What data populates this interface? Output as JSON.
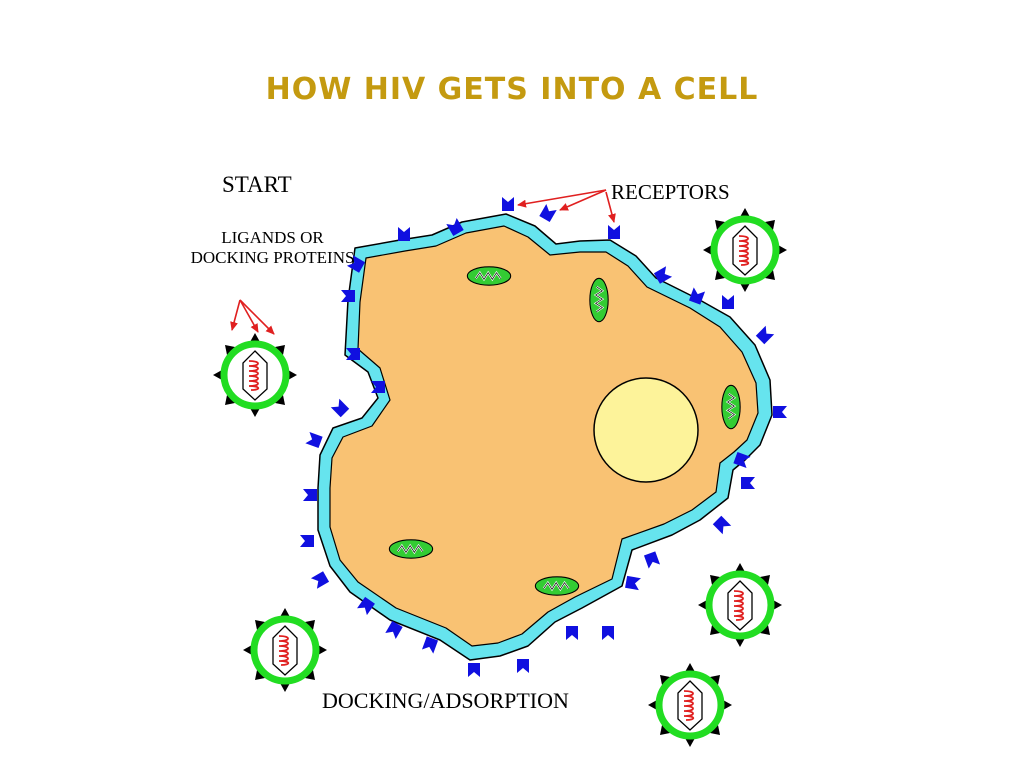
{
  "title": "HOW HIV GETS INTO A CELL",
  "labels": {
    "start": "START",
    "ligands": "LIGANDS OR DOCKING PROTEINS",
    "receptors": "RECEPTORS",
    "docking": "DOCKING/ADSORPTION"
  },
  "colors": {
    "title": "#c49a10",
    "cytoplasm": "#f9c273",
    "membrane": "#66e4ee",
    "receptor": "#1010e0",
    "nucleus": "#fdf39a",
    "mitochondria": "#33cc33",
    "virus_envelope": "#22dd22",
    "virus_rna": "#e02020",
    "arrow": "#e02020"
  }
}
